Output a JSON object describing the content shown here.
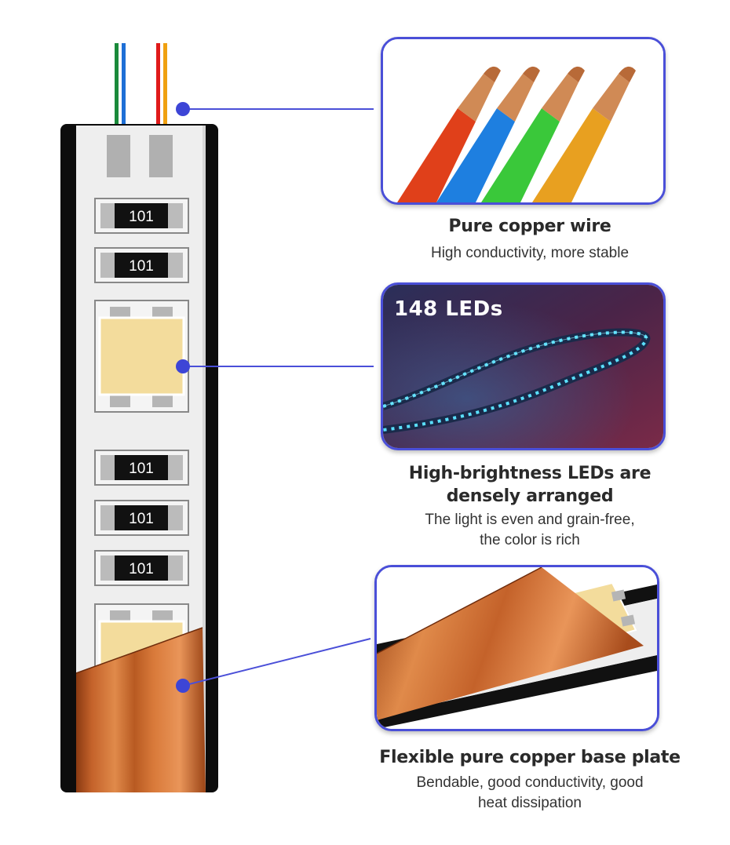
{
  "strip": {
    "resistor_labels": [
      "101",
      "101",
      "101",
      "101",
      "101"
    ],
    "wire_colors": [
      "#1a8a3a",
      "#1e6fd6",
      "#e01a1a",
      "#f0a010"
    ]
  },
  "features": [
    {
      "title": "Pure copper wire",
      "description": "High conductivity, more stable"
    },
    {
      "image_label": "148 LEDs",
      "title_line1": "High-brightness LEDs are",
      "title_line2": "densely arranged",
      "description_line1": "The light is even and grain-free,",
      "description_line2": "the color is rich"
    },
    {
      "title": "Flexible pure copper base plate",
      "description_line1": "Bendable, good conductivity, good",
      "description_line2": "heat dissipation"
    }
  ],
  "colors": {
    "accent": "#4a4fd8",
    "copper": "#c8692a",
    "led_chip": "#f3dc9c"
  }
}
